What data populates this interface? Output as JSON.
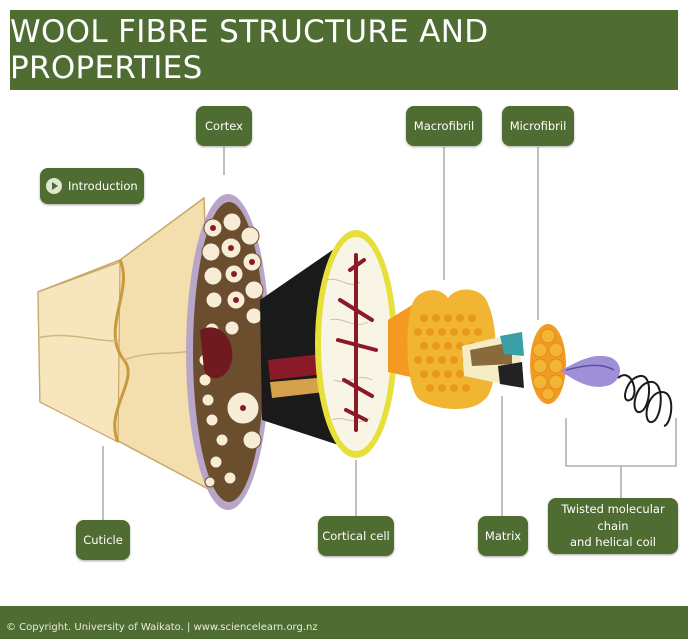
{
  "title": "WOOL FIBRE STRUCTURE AND PROPERTIES",
  "intro_label": "Introduction",
  "labels": {
    "cortex": "Cortex",
    "macrofibril": "Macrofibril",
    "microfibril": "Microfibril",
    "cuticle": "Cuticle",
    "cortical_cell": "Cortical cell",
    "matrix": "Matrix",
    "twisted_line1": "Twisted molecular chain",
    "twisted_line2": "and helical coil"
  },
  "copyright": "© Copyright. University of Waikato. | www.sciencelearn.org.nz",
  "colors": {
    "header_green": "#4f6c32",
    "fibre_tan": "#f3dfad",
    "cortex_rim": "#b8a6c8",
    "macrofibril_yellow": "#f1b433",
    "helix_purple": "#9f8fd6",
    "cell_red": "#8a1a28"
  }
}
